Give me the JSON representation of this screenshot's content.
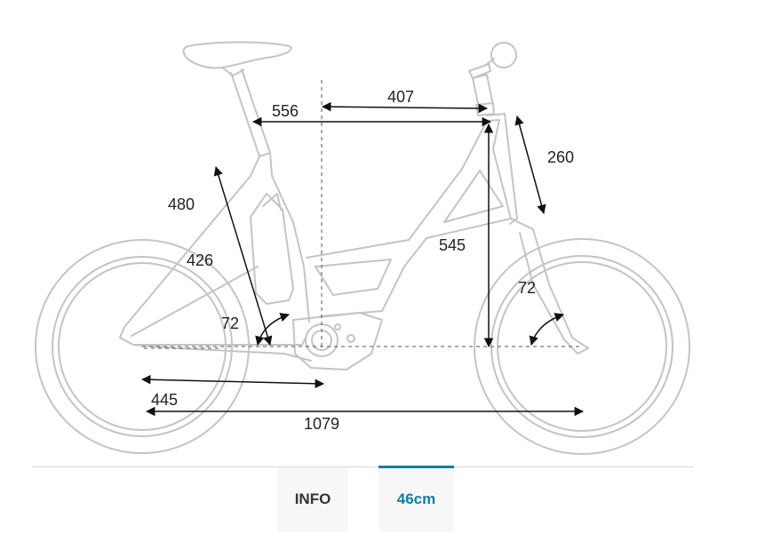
{
  "dimensions": {
    "seat_tube_length": "480",
    "seat_tube_effective": "426",
    "top_tube_length": "556",
    "reach": "407",
    "head_tube_length": "260",
    "stack": "545",
    "seat_angle": "72",
    "head_angle": "72",
    "chainstay_length": "445",
    "wheelbase": "1079"
  },
  "tabs": [
    {
      "label": "INFO",
      "active": false
    },
    {
      "label": "46cm",
      "active": true
    }
  ],
  "colors": {
    "frame": "#c4c4c4",
    "arrow": "#111111",
    "accent": "#0e7fa6"
  }
}
